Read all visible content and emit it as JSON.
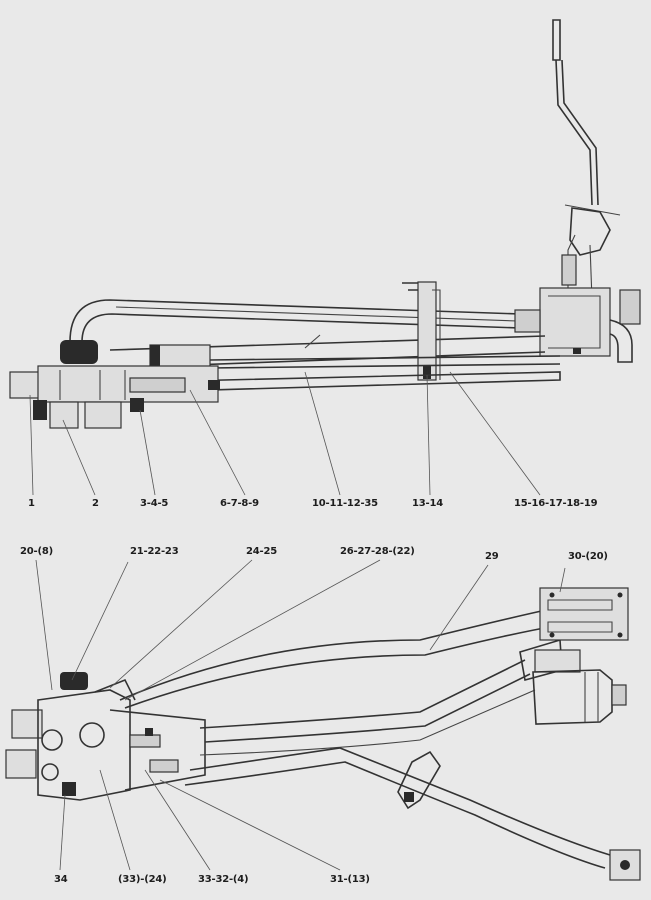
{
  "top_labels": {
    "l1": "1",
    "l2": "2",
    "l3": "3-4-5",
    "l4": "6-7-8-9",
    "l5": "10-11-12-35",
    "l6": "13-14",
    "l7": "15-16-17-18-19"
  },
  "bottom_labels": {
    "b1": "20-(8)",
    "b2": "21-22-23",
    "b3": "24-25",
    "b4": "26-27-28-(22)",
    "b5": "29",
    "b6": "30-(20)",
    "b7": "34",
    "b8": "(33)-(24)",
    "b9": "33-32-(4)",
    "b10": "31-(13)"
  }
}
